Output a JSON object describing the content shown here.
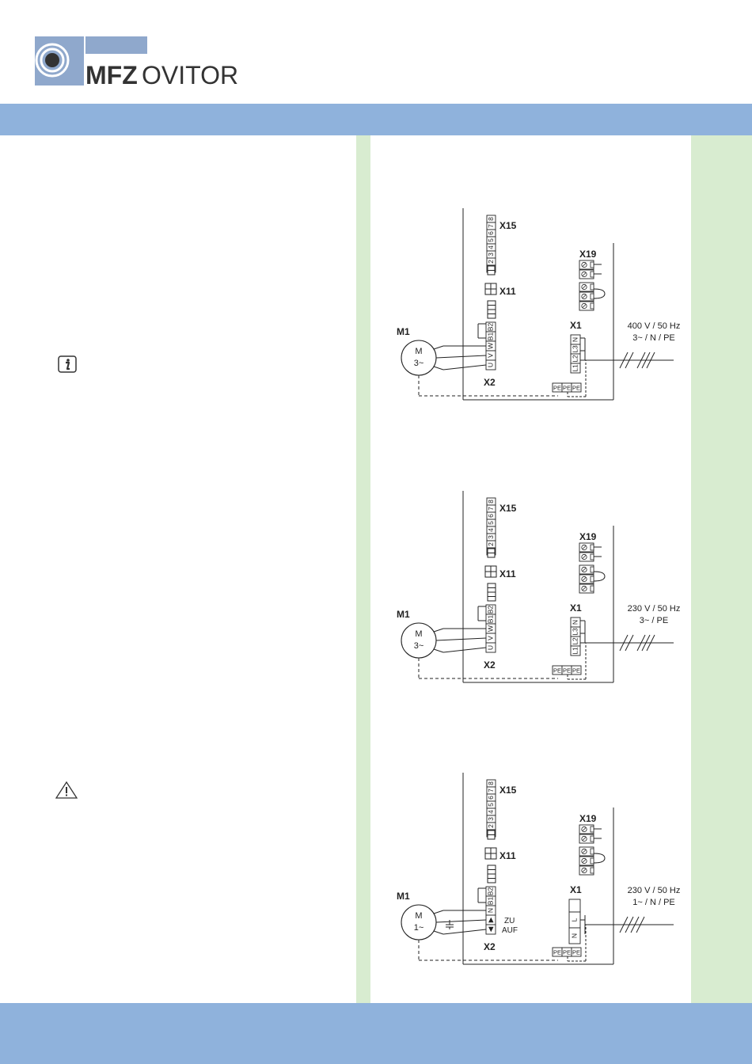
{
  "logo": {
    "brand_bold": "MFZ",
    "brand_light": "OVITOR"
  },
  "icons": {
    "info": "info-icon",
    "warning": "warning-icon"
  },
  "colors": {
    "band": "#8fb2dc",
    "green": "#d8ecd0",
    "logo_blue": "#8fa8cc",
    "logo_dark": "#333333"
  },
  "diagrams": [
    {
      "x15": "X15",
      "x15_pins": [
        "8",
        "7",
        "6",
        "5",
        "4",
        "3",
        "2",
        "1"
      ],
      "x19": "X19",
      "x11": "X11",
      "x1": "X1",
      "x2": "X2",
      "m1": "M1",
      "motor_line1": "M",
      "motor_line2": "3~",
      "x2_top": [
        "B2",
        "B1"
      ],
      "x2_pins": [
        "W",
        "V",
        "U"
      ],
      "x1_pins": [
        "N",
        "L3",
        "L2",
        "L1"
      ],
      "pe": [
        "PE",
        "PE",
        "PE"
      ],
      "supply1": "400 V / 50 Hz",
      "supply2": "3~ / N / PE"
    },
    {
      "x15": "X15",
      "x15_pins": [
        "8",
        "7",
        "6",
        "5",
        "4",
        "3",
        "2",
        "1"
      ],
      "x19": "X19",
      "x11": "X11",
      "x1": "X1",
      "x2": "X2",
      "m1": "M1",
      "motor_line1": "M",
      "motor_line2": "3~",
      "x2_top": [
        "B2",
        "B1"
      ],
      "x2_pins": [
        "W",
        "V",
        "U"
      ],
      "x1_pins": [
        "N",
        "L3",
        "L2",
        "L1"
      ],
      "pe": [
        "PE",
        "PE",
        "PE"
      ],
      "supply1": "230 V / 50 Hz",
      "supply2": "3~ / PE"
    },
    {
      "x15": "X15",
      "x15_pins": [
        "8",
        "7",
        "6",
        "5",
        "4",
        "3",
        "2",
        "1"
      ],
      "x19": "X19",
      "x11": "X11",
      "x1": "X1",
      "x2": "X2",
      "m1": "M1",
      "motor_line1": "M",
      "motor_line2": "1~",
      "x2_top": [
        "B2",
        "B1"
      ],
      "x2_pins": [
        "N",
        "▶",
        "◀"
      ],
      "x1_pins": [
        "L",
        "N"
      ],
      "pe": [
        "PE",
        "PE",
        "PE"
      ],
      "zu": "ZU",
      "auf": "AUF",
      "supply1": "230 V / 50 Hz",
      "supply2": "1~ / N / PE"
    }
  ]
}
